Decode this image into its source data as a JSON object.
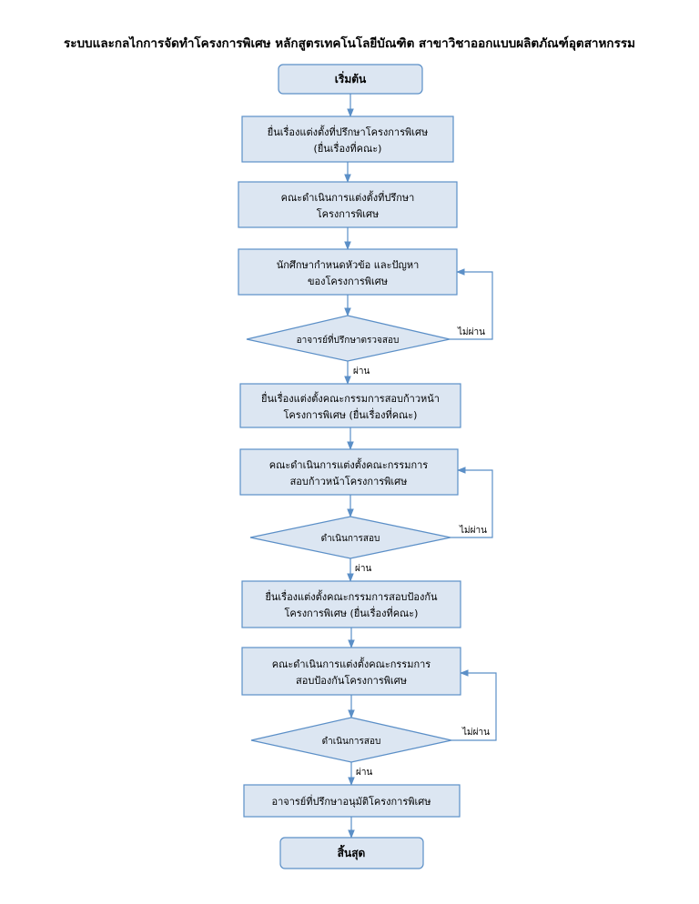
{
  "title": "ระบบและกลไกการจัดทำโครงการพิเศษ หลักสูตรเทคโนโลยีบัณฑิต สาขาวิชาออกแบบผลิตภัณฑ์อุตสาหกรรม",
  "nodes": {
    "start": {
      "lines": [
        "เริ่มต้น"
      ]
    },
    "p1": {
      "lines": [
        "ยื่นเรื่องแต่งตั้งที่ปรึกษาโครงการพิเศษ",
        "(ยื่นเรื่องที่คณะ)"
      ]
    },
    "p2": {
      "lines": [
        "คณะดำเนินการแต่งตั้งที่ปรึกษา",
        "โครงการพิเศษ"
      ]
    },
    "p3": {
      "lines": [
        "นักศึกษากำหนดหัวข้อ และปัญหา",
        "ของโครงการพิเศษ"
      ]
    },
    "d1": {
      "lines": [
        "อาจารย์ที่ปรึกษาตรวจสอบ"
      ]
    },
    "p4": {
      "lines": [
        "ยื่นเรื่องแต่งตั้งคณะกรรมการสอบก้าวหน้า",
        "โครงการพิเศษ (ยื่นเรื่องที่คณะ)"
      ]
    },
    "p5": {
      "lines": [
        "คณะดำเนินการแต่งตั้งคณะกรรมการ",
        "สอบก้าวหน้าโครงการพิเศษ"
      ]
    },
    "d2": {
      "lines": [
        "ดำเนินการสอบ"
      ]
    },
    "p6": {
      "lines": [
        "ยื่นเรื่องแต่งตั้งคณะกรรมการสอบป้องกัน",
        "โครงการพิเศษ (ยื่นเรื่องที่คณะ)"
      ]
    },
    "p7": {
      "lines": [
        "คณะดำเนินการแต่งตั้งคณะกรรมการ",
        "สอบป้องกันโครงการพิเศษ"
      ]
    },
    "d3": {
      "lines": [
        "ดำเนินการสอบ"
      ]
    },
    "p8": {
      "lines": [
        "อาจารย์ที่ปรึกษาอนุมัติโครงการพิเศษ"
      ]
    },
    "end": {
      "lines": [
        "สิ้นสุด"
      ]
    }
  },
  "edge_labels": {
    "pass": "ผ่าน",
    "fail": "ไม่ผ่าน"
  },
  "colors": {
    "fill": "#dce6f2",
    "stroke": "#5b8fc7"
  }
}
